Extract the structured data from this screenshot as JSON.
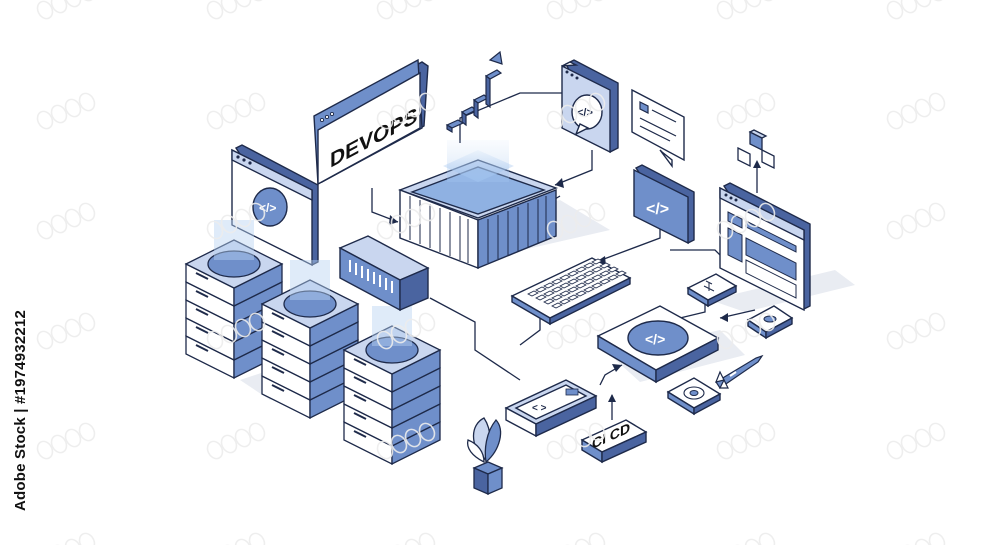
{
  "scene": {
    "banner_text": "DEVOPS",
    "cicd_label": "CI CD",
    "code_symbol": "</>"
  },
  "colors": {
    "stroke": "#1e2a4a",
    "blue": "#6f8fca",
    "blue_light": "#c9d6ef",
    "blue_dark": "#4a64a0",
    "white": "#ffffff",
    "shadow": "#e8ebf1",
    "glow": "#b9d3f2"
  },
  "watermark": {
    "side_text": "Adobe Stock | #1974932212"
  }
}
